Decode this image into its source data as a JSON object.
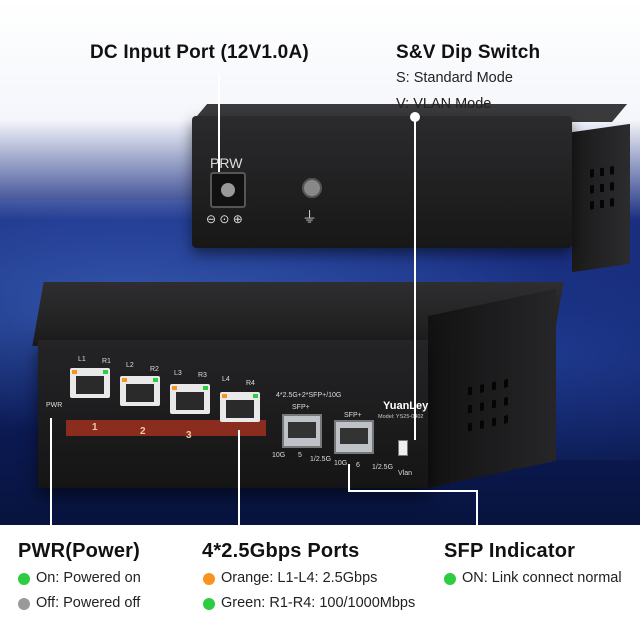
{
  "callouts": {
    "dc_input": {
      "title": "DC Input Port (12V1.0A)"
    },
    "sv_switch": {
      "title": "S&V Dip Switch",
      "line1": "S: Standard Mode",
      "line2": "V: VLAN Mode"
    },
    "pwr": {
      "title": "PWR(Power)",
      "items": [
        {
          "text": "On: Powered on",
          "color": "#2ecc40"
        },
        {
          "text": "Off: Powered off",
          "color": "#9a9a9a"
        }
      ]
    },
    "ports": {
      "title": "4*2.5Gbps Ports",
      "items": [
        {
          "text": "Orange: L1-L4: 2.5Gbps",
          "color": "#f7931e"
        },
        {
          "text": "Green: R1-R4: 100/1000Mbps",
          "color": "#2ecc40"
        }
      ]
    },
    "sfp": {
      "title": "SFP Indicator",
      "items": [
        {
          "text": "ON: Link connect normal",
          "color": "#2ecc40"
        }
      ]
    }
  },
  "rear_panel": {
    "prw": "PRW",
    "polarity": "⊖ ⊙ ⊕",
    "ground_icon": "⏚"
  },
  "front_panel": {
    "port_labels": [
      "L1",
      "R1",
      "L2",
      "R2",
      "L3",
      "R3",
      "L4",
      "R4"
    ],
    "group_numbers": [
      "1",
      "2",
      "3"
    ],
    "pwr_label": "PWR",
    "port_spec": "4*2.5G+2*SFP+/10G",
    "sfp_label": "SFP+",
    "sfp_port_5": "5",
    "sfp_port_6": "6",
    "speed_10g": "10G",
    "speed_1g": "1/2.5G",
    "brand": "YuanLey",
    "model": "Model: YS25-0402",
    "vlan": "Vlan"
  }
}
